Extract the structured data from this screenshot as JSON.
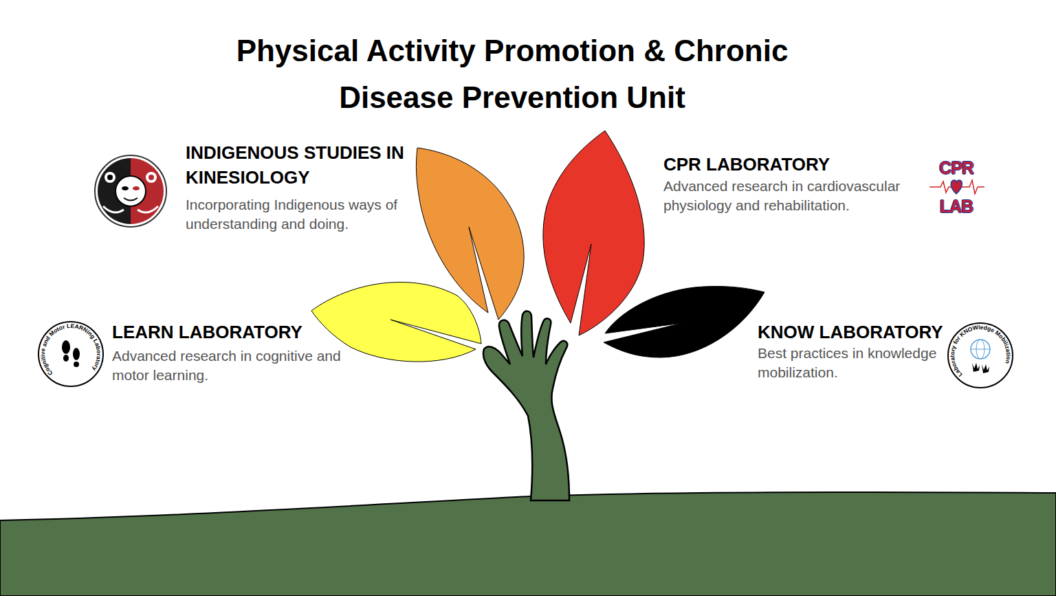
{
  "diagram": {
    "title": "Physical Activity Promotion & Chronic Disease Prevention Unit",
    "labels": [
      "INDIGENOUS STUDIES IN KINESIOLOGY",
      "Incorporating Indigenous ways of understanding and doing.",
      "CPR LABORATORY",
      "Advanced research in cardiovascular physiology and rehabilitation.",
      "LEARN LABORATORY",
      "Advanced research in cognitive and motor learning.",
      "KNOW LABORATORY",
      "Best practices in knowledge mobilization.",
      "CPR",
      "LAB",
      "Cognitive and Motor LEARNing Laboratory",
      "Laboratory for KNOWledge Mobilization"
    ]
  }
}
